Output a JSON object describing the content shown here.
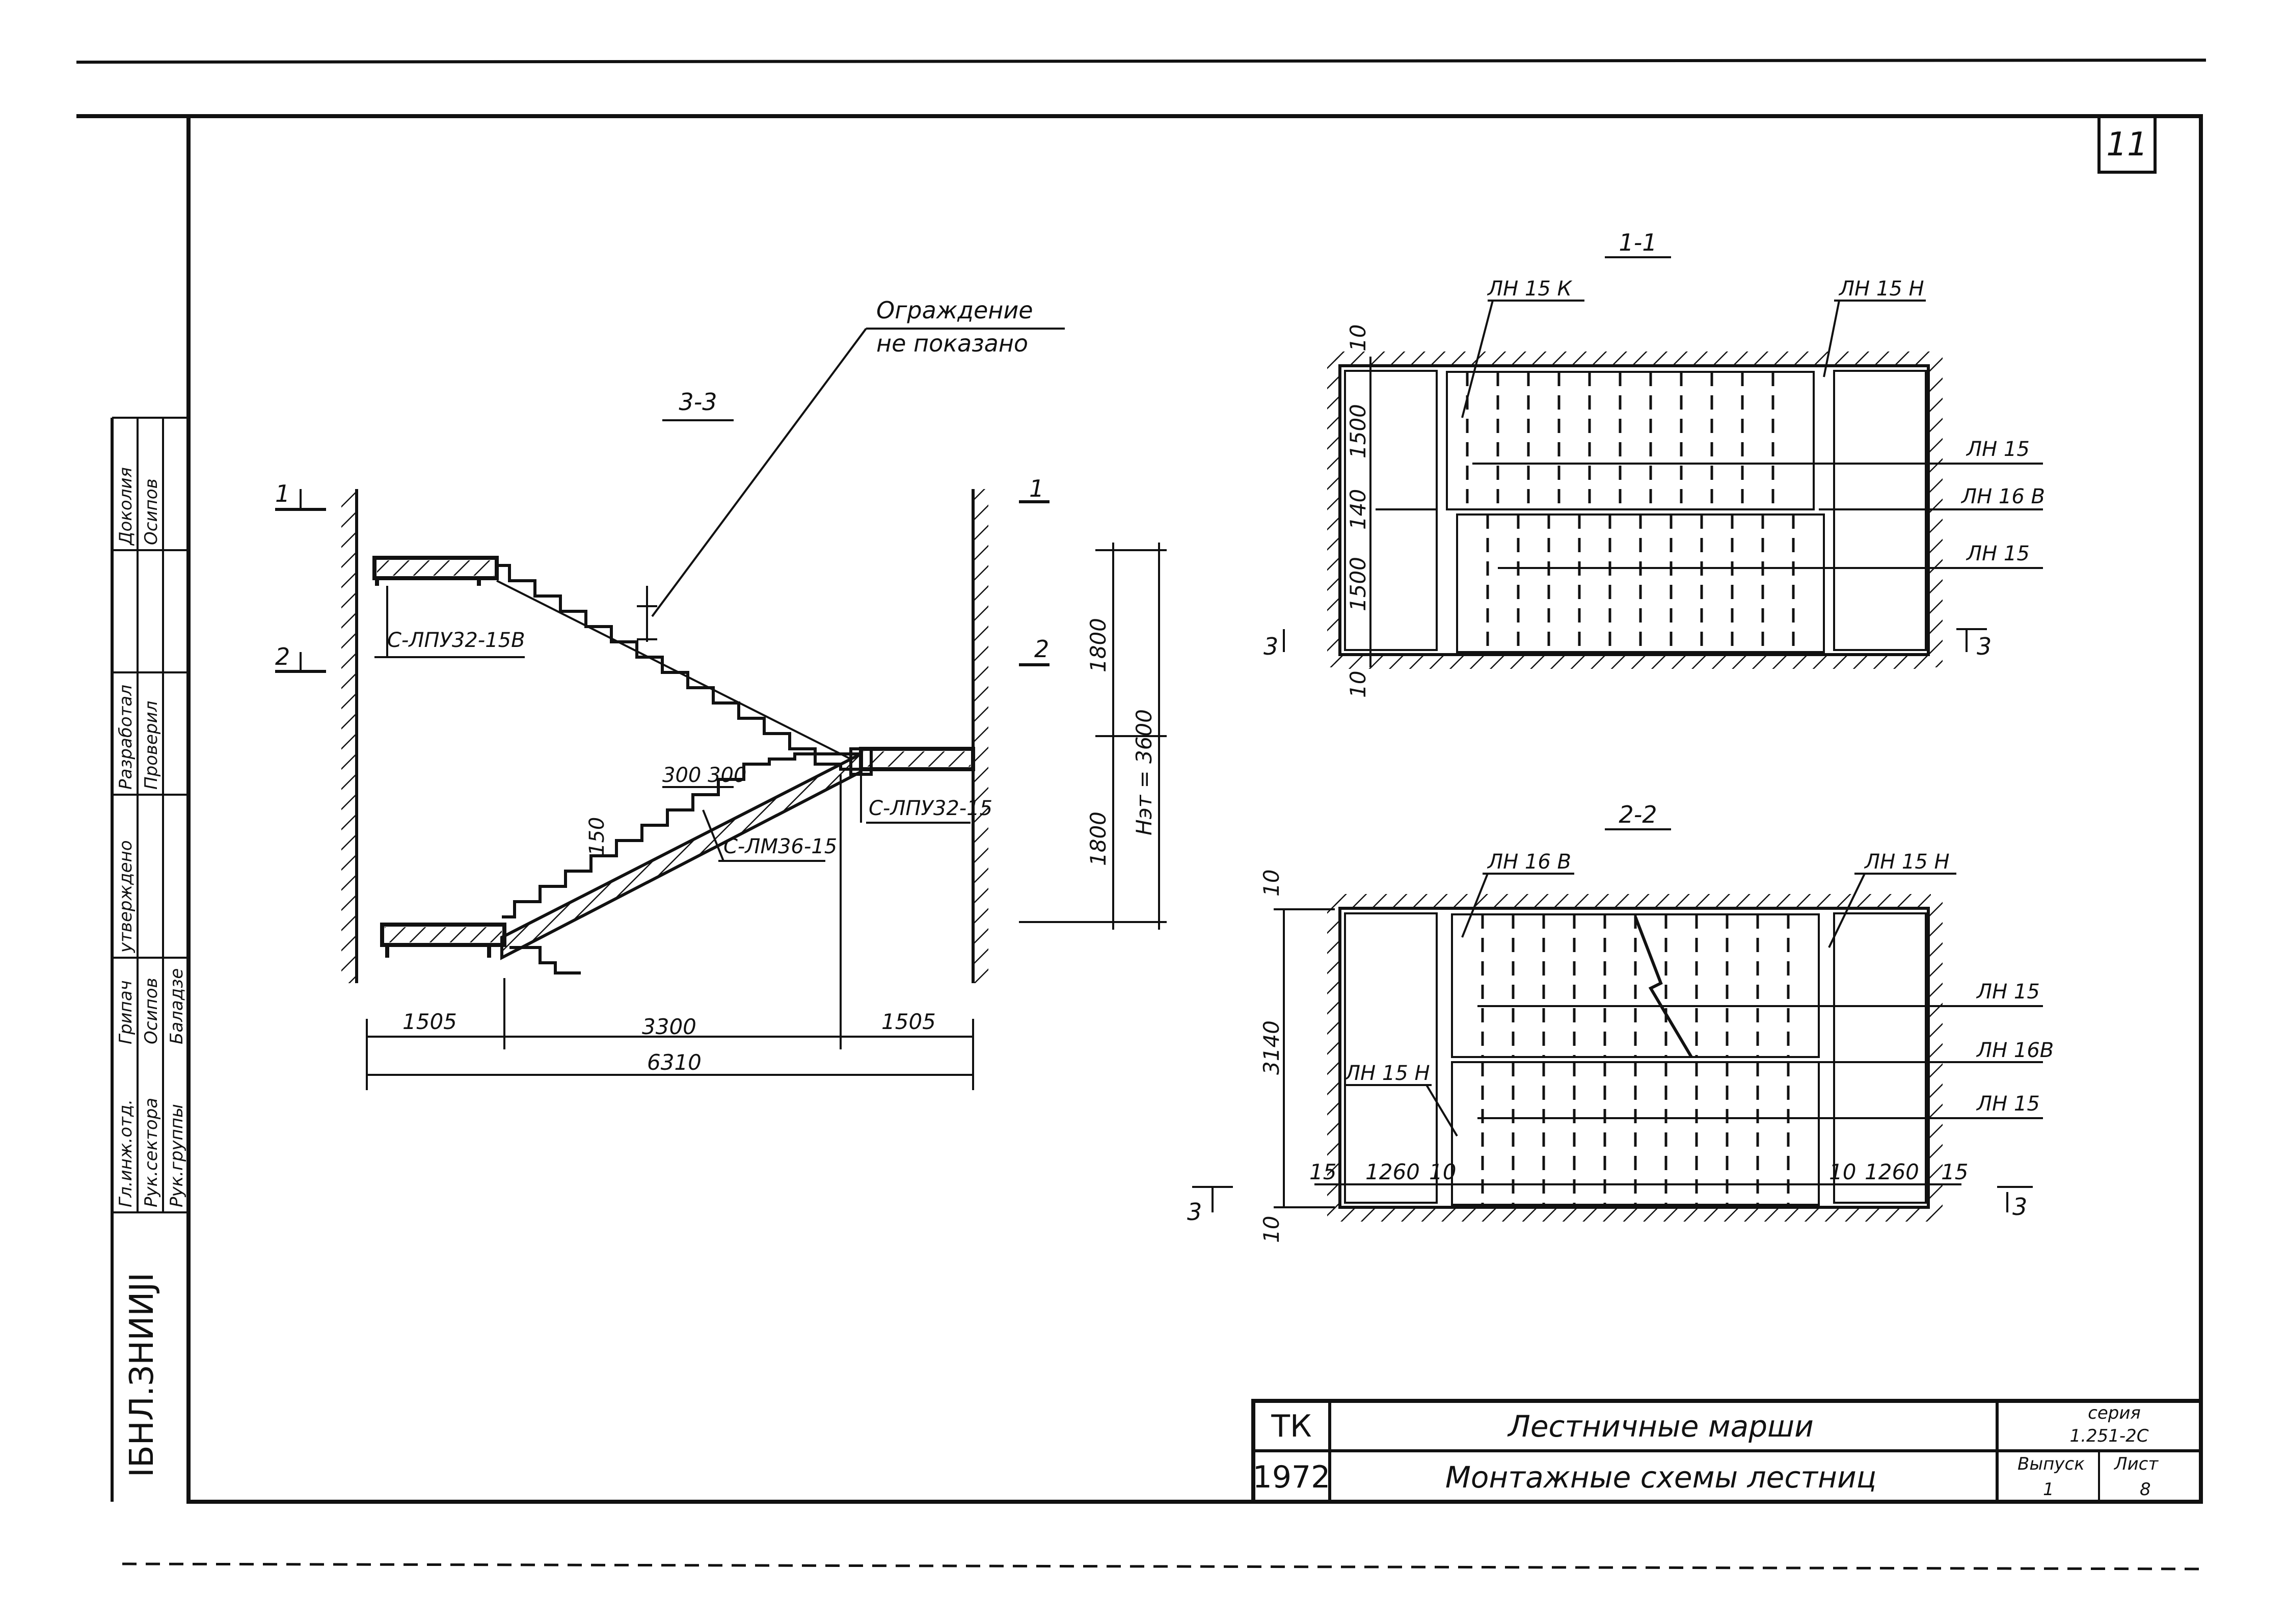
{
  "sheet_number": "11",
  "stamp_vertical": "ІБНЛ.ЗНИИЈІ",
  "approval_block": {
    "rows": [
      {
        "role": "Гл.инж.отд.",
        "name": "Грипач"
      },
      {
        "role": "Рук.сектора",
        "name": "Осипов"
      },
      {
        "role": "Рук.группы",
        "name": "Баладзе"
      }
    ],
    "header_cols": [
      "утверждено",
      "Разработал",
      "Проверил",
      "Доколия",
      "Осипов"
    ]
  },
  "section_3_3": {
    "title": "3-3",
    "note_line1": "Ограждение",
    "note_line2": "не показано",
    "upper_landing": "С-ЛПУ32-15В",
    "lower_landing": "С-ЛПУ32-15",
    "flight": "С-ЛМ36-15",
    "tread_dims": "300 300",
    "riser_dim": "150",
    "marks_left": [
      "1",
      "2"
    ],
    "marks_right": [
      "1",
      "2"
    ],
    "dim_bottom": [
      "1505",
      "3300",
      "1505"
    ],
    "dim_total": "6310",
    "dim_vertical": [
      "1800",
      "1800"
    ],
    "floor_height": "Нэт = 3600"
  },
  "section_1_1": {
    "title": "1-1",
    "labels_top": [
      "ЛН 15 К",
      "ЛН 15 Н"
    ],
    "labels_right": [
      "ЛН 15",
      "ЛН 16 В",
      "ЛН 15"
    ],
    "dims_left": [
      "10",
      "1500",
      "140",
      "1500",
      "10"
    ],
    "marks": [
      "3",
      "3"
    ]
  },
  "section_2_2": {
    "title": "2-2",
    "labels_top": [
      "ЛН 16 В",
      "ЛН 15 Н"
    ],
    "labels_right": [
      "ЛН 15",
      "ЛН 16В",
      "ЛН 15"
    ],
    "label_left": "ЛН 15 Н",
    "dims_left": [
      "10",
      "3140",
      "10"
    ],
    "dims_bottom": [
      "15",
      "1260",
      "10",
      "10",
      "1260",
      "15"
    ],
    "marks": [
      "3",
      "3"
    ]
  },
  "title_block": {
    "org": "ТК",
    "year": "1972",
    "title": "Лестничные марши",
    "subtitle": "Монтажные схемы лестниц",
    "series_label": "серия",
    "series": "1.251-2С",
    "issue_label": "Выпуск",
    "issue": "1",
    "sheet_label": "Лист",
    "sheet": "8"
  }
}
